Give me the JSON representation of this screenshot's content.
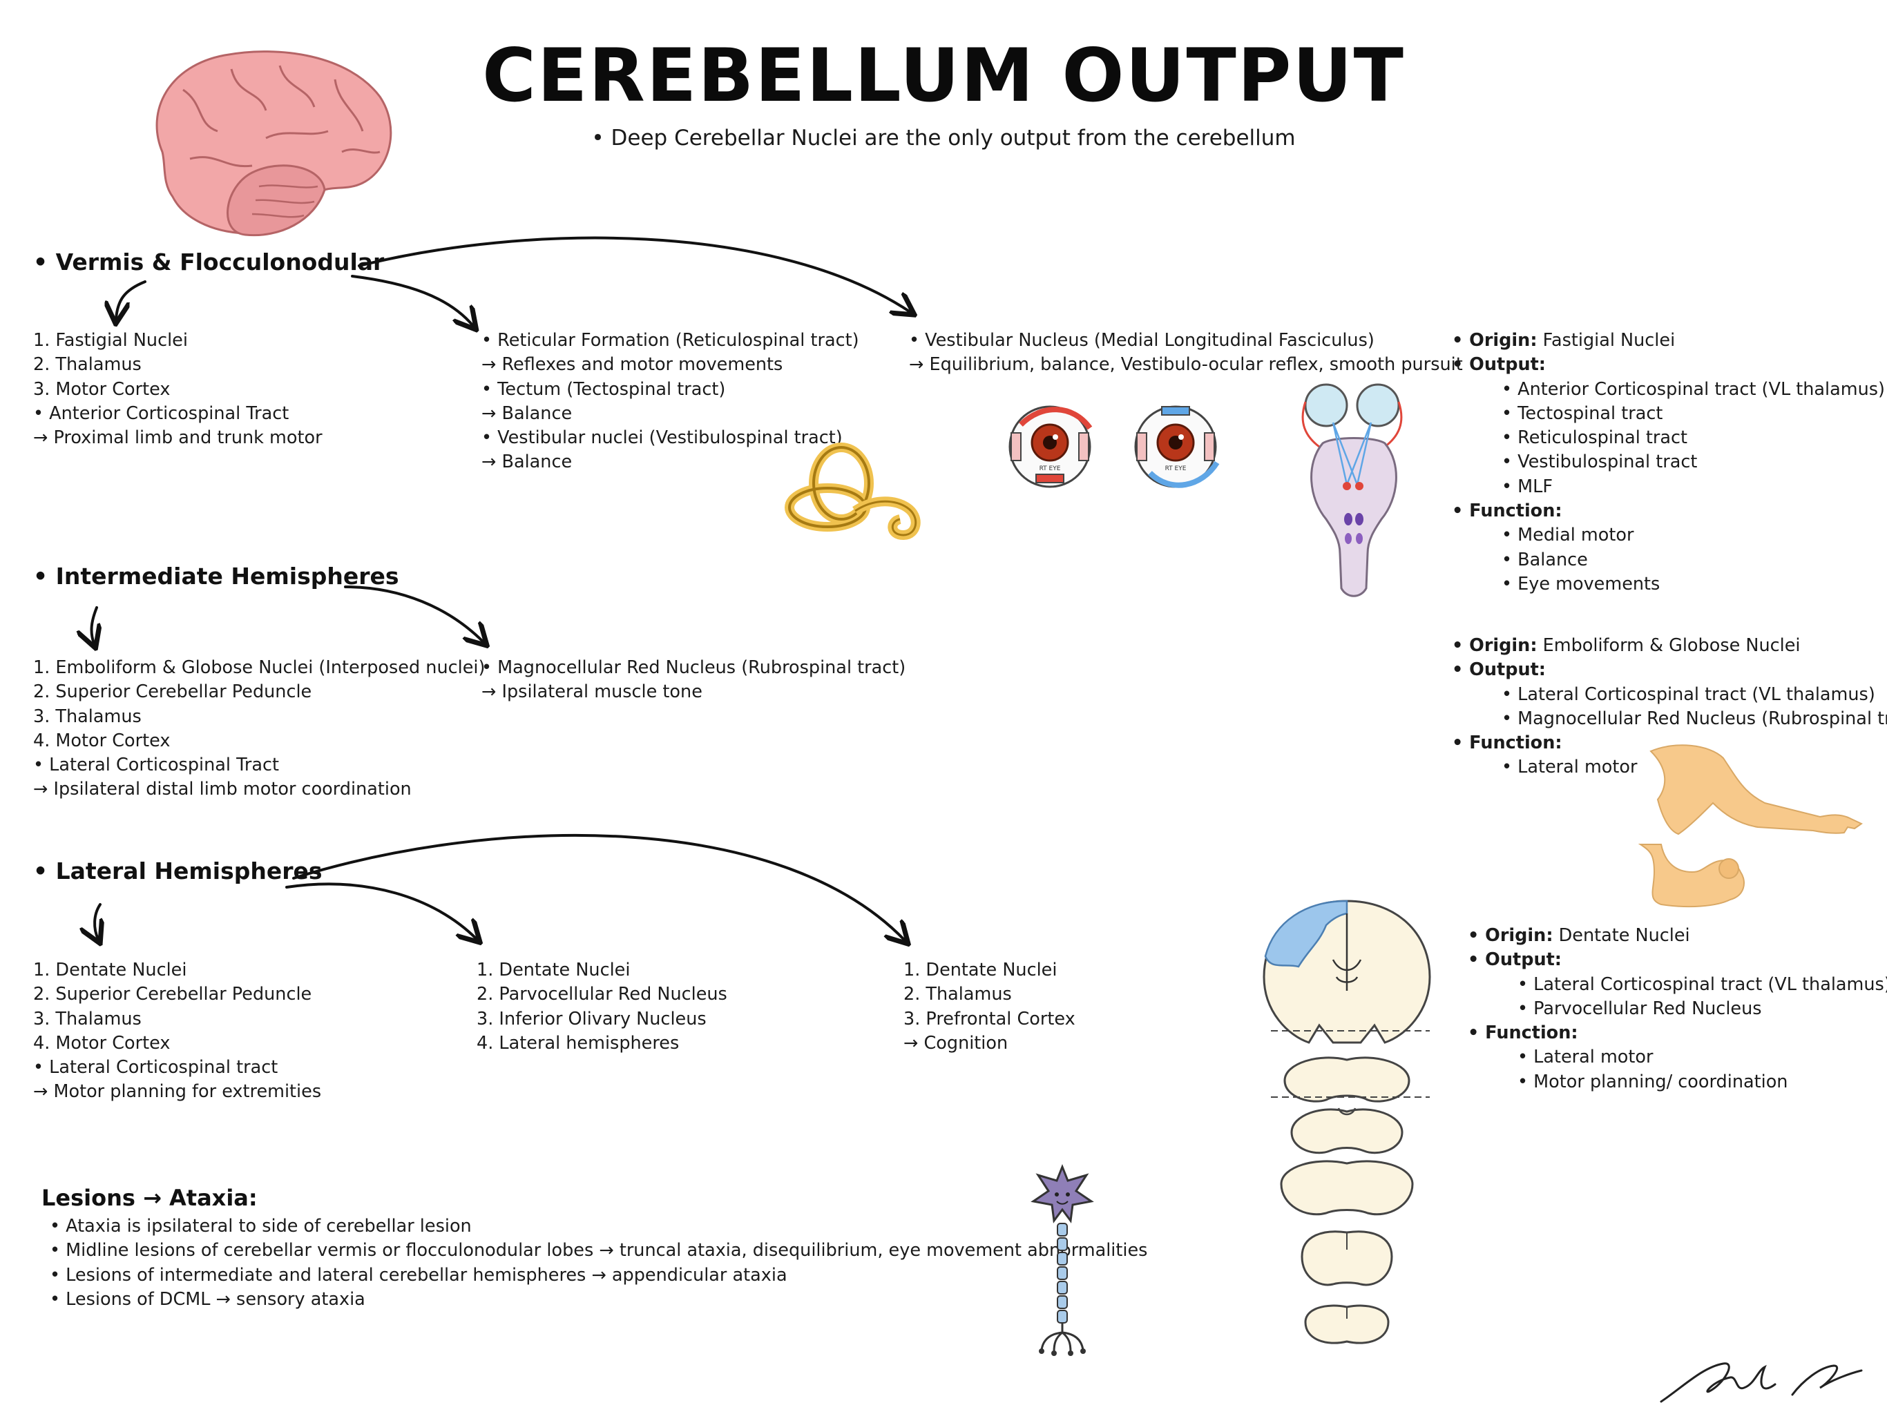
{
  "title": "CEREBELLUM OUTPUT",
  "subtitle": "• Deep Cerebellar Nuclei are the only output from the cerebellum",
  "sections": {
    "vermis": {
      "heading": "• Vermis & Flocculonodular",
      "col1": [
        "1. Fastigial Nuclei",
        "2. Thalamus",
        "3. Motor Cortex",
        "• Anterior Corticospinal Tract",
        "→ Proximal limb and trunk motor"
      ],
      "col2": [
        "• Reticular Formation (Reticulospinal tract)",
        "→ Reflexes and motor movements",
        "• Tectum (Tectospinal tract)",
        "→ Balance",
        "• Vestibular nuclei (Vestibulospinal tract)",
        "→ Balance"
      ],
      "col3": [
        "• Vestibular Nucleus (Medial Longitudinal Fasciculus)",
        "→ Equilibrium, balance, Vestibulo-ocular reflex, smooth pursuit"
      ]
    },
    "intermediate": {
      "heading": "• Intermediate Hemispheres",
      "col1": [
        "1. Emboliform & Globose Nuclei (Interposed nuclei)",
        "2. Superior Cerebellar Peduncle",
        "3. Thalamus",
        "4. Motor Cortex",
        "• Lateral Corticospinal Tract",
        "→ Ipsilateral distal limb motor coordination"
      ],
      "col2": [
        "• Magnocellular Red Nucleus (Rubrospinal tract)",
        "→ Ipsilateral muscle tone"
      ]
    },
    "lateral": {
      "heading": "• Lateral Hemispheres",
      "col1": [
        "1. Dentate Nuclei",
        "2. Superior Cerebellar Peduncle",
        "3. Thalamus",
        "4. Motor Cortex",
        "• Lateral Corticospinal tract",
        "→ Motor planning for extremities"
      ],
      "col2": [
        "1. Dentate Nuclei",
        "2. Parvocellular Red Nucleus",
        "3. Inferior Olivary Nucleus",
        "4. Lateral hemispheres"
      ],
      "col3": [
        "1. Dentate Nuclei",
        "2. Thalamus",
        "3. Prefrontal Cortex",
        "→ Cognition"
      ]
    }
  },
  "summaries": {
    "fastigial": {
      "origin_label": "• Origin:",
      "origin": "Fastigial Nuclei",
      "output_label": "• Output:",
      "outputs": [
        "• Anterior Corticospinal tract (VL thalamus)",
        "• Tectospinal tract",
        "• Reticulospinal tract",
        "• Vestibulospinal tract",
        "• MLF"
      ],
      "function_label": "• Function:",
      "functions": [
        "• Medial motor",
        "• Balance",
        "• Eye movements"
      ]
    },
    "interposed": {
      "origin_label": "• Origin:",
      "origin": "Emboliform & Globose Nuclei",
      "output_label": "• Output:",
      "outputs": [
        "• Lateral Corticospinal tract (VL thalamus)",
        "• Magnocellular Red Nucleus (Rubrospinal tract)"
      ],
      "function_label": "• Function:",
      "functions": [
        "• Lateral motor"
      ]
    },
    "dentate": {
      "origin_label": "• Origin:",
      "origin": "Dentate Nuclei",
      "output_label": "• Output:",
      "outputs": [
        "• Lateral Corticospinal tract (VL thalamus)",
        "• Parvocellular Red Nucleus"
      ],
      "function_label": "• Function:",
      "functions": [
        "• Lateral motor",
        "• Motor planning/ coordination"
      ]
    }
  },
  "lesions": {
    "heading": "Lesions → Ataxia:",
    "items": [
      "• Ataxia is ipsilateral to side of cerebellar lesion",
      "• Midline lesions of cerebellar vermis or flocculonodular lobes → truncal ataxia, disequilibrium, eye movement abnormalities",
      "• Lesions of intermediate and lateral cerebellar hemispheres → appendicular ataxia",
      "• Lesions of DCML → sensory ataxia"
    ]
  },
  "illustrations": {
    "eye_label": "RT EYE",
    "icons": [
      "brain-icon",
      "inner-ear-icon",
      "eye-icon",
      "brainstem-icon",
      "arm-icon",
      "foot-icon",
      "spinal-cord-section-icon",
      "neuron-icon",
      "signature-icon"
    ]
  },
  "colors": {
    "brain": "#f2a7a8",
    "ear": "#f0c24f",
    "arm": "#f7c98b",
    "eye_iris": "#b8361a",
    "blue": "#5fa6e6",
    "red": "#e0463a",
    "text": "#1b1b1b"
  }
}
